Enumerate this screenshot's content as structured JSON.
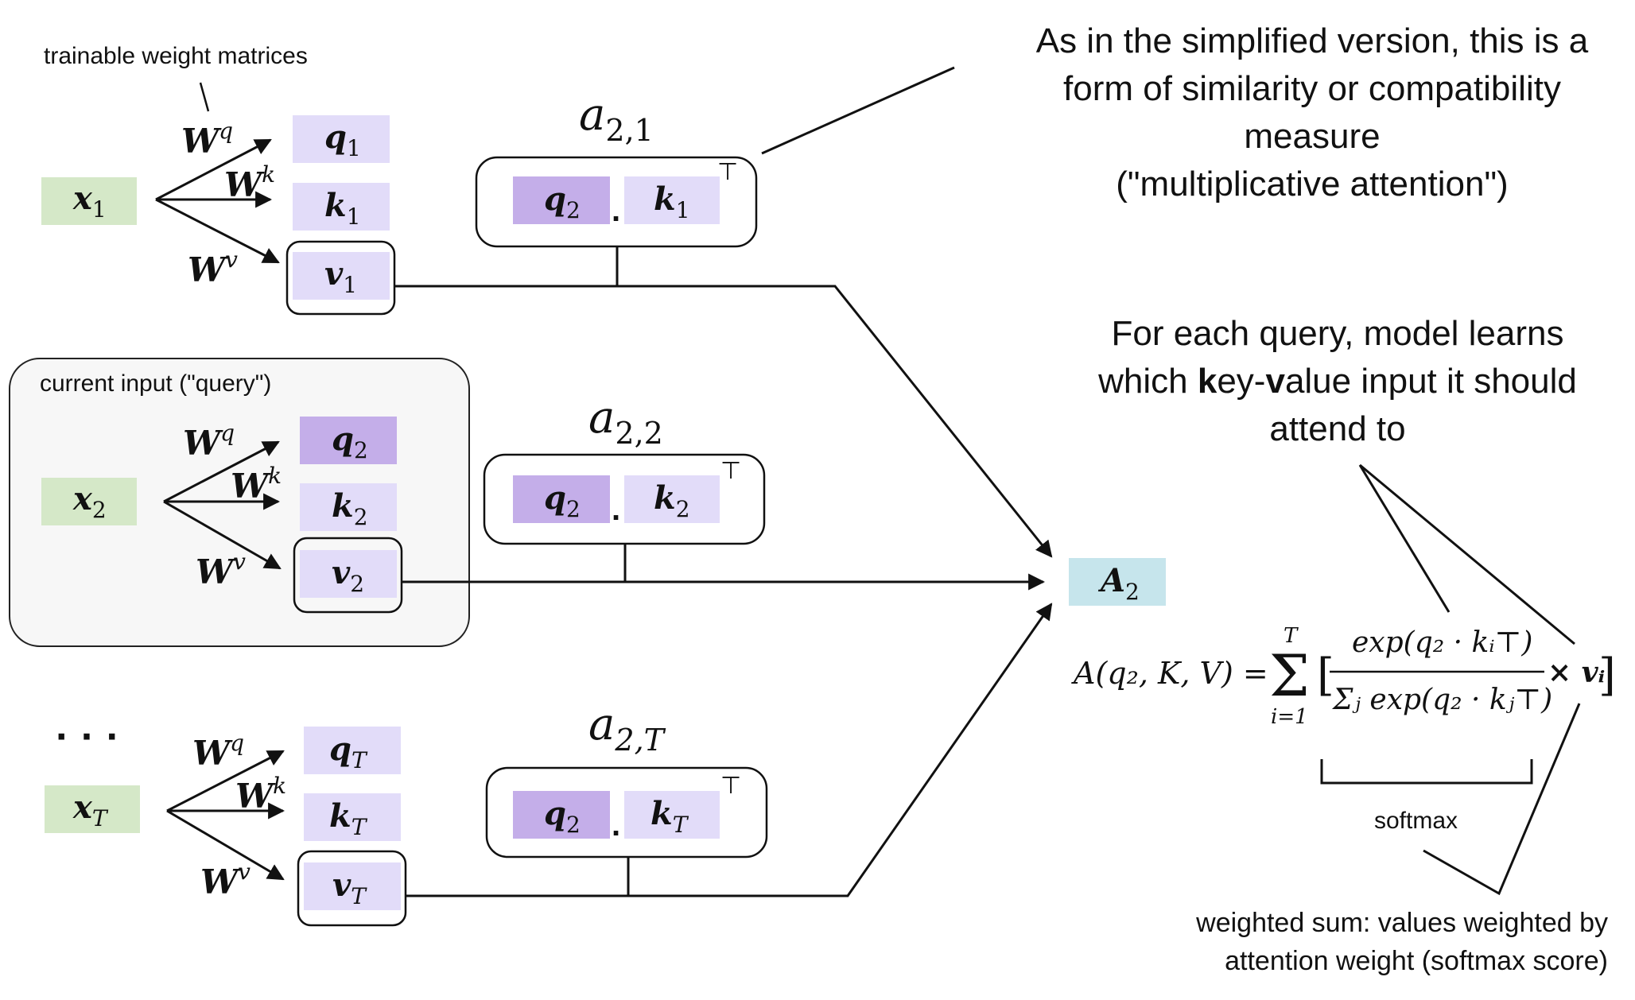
{
  "annotations": {
    "trainable": "trainable weight matrices",
    "current_input": "current input (\"query\")",
    "ellipsis": "· · ·",
    "similarity_lines": [
      "As in the simplified version, this is a",
      "form of similarity or compatibility",
      "measure",
      "(\"multiplicative attention\")"
    ],
    "learns_lines": [
      "For each query, model learns",
      "which key-value input it should",
      "attend to"
    ],
    "softmax": "softmax",
    "weighted_sum_lines": [
      "weighted sum: values weighted by",
      "attention weight (softmax score)"
    ]
  },
  "weights": {
    "W": "W",
    "q": "q",
    "k": "k",
    "v": "v"
  },
  "transpose": "⊤",
  "dot": ".",
  "rows": [
    {
      "x": "x",
      "sub": "1",
      "score_a": "a",
      "score_sub": "2,1"
    },
    {
      "x": "x",
      "sub": "2",
      "score_a": "a",
      "score_sub": "2,2"
    },
    {
      "x": "x",
      "sub": "T",
      "score_a": "a",
      "score_sub": "2,T"
    }
  ],
  "output": {
    "A": "A",
    "sub": "2"
  },
  "formula": {
    "lhs": "A(q₂, K, V) =",
    "sum_top": "T",
    "sum_sym": "Σ",
    "sum_bottom": "i=1",
    "lbracket": "[",
    "numerator": "exp(q₂ · kᵢ⊤)",
    "denominator": "Σⱼ exp(q₂ · kⱼ⊤)",
    "times_v": "× vᵢ",
    "rbracket": "]"
  },
  "colors": {
    "input_fill": "#d5e8c8",
    "key_fill": "#e2dcf9",
    "query_fill": "#c4aee9",
    "output_fill": "#c6e5ec",
    "panel_fill": "#f7f7f7",
    "stroke": "#111111"
  }
}
